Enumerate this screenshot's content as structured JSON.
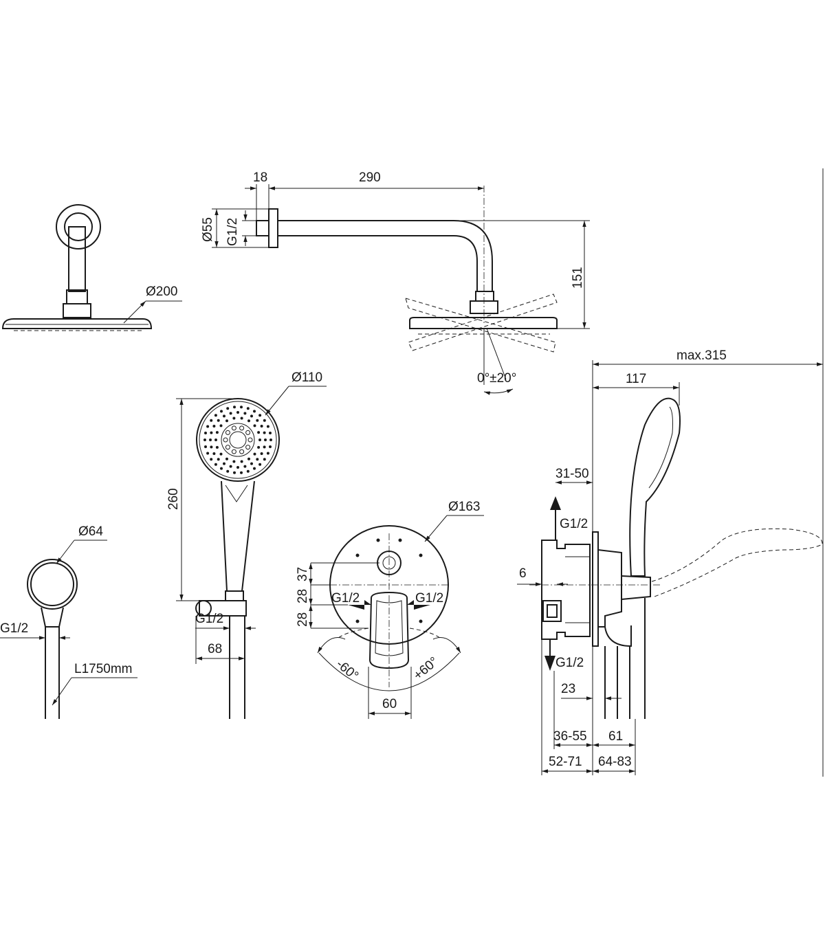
{
  "dimensions": {
    "d18": "18",
    "d290": "290",
    "d55": "Ø55",
    "g12_arm": "G1/2",
    "d151": "151",
    "d200": "Ø200",
    "angle": "0°±20°",
    "d110": "Ø110",
    "d260": "260",
    "g12_holder": "G1/2",
    "d68": "68",
    "d64": "Ø64",
    "g12_outlet": "G1/2",
    "hose": "L1750mm",
    "d163": "Ø163",
    "d37": "37",
    "d28a": "28",
    "d28b": "28",
    "g12_left": "G1/2",
    "g12_right": "G1/2",
    "neg60": "-60°",
    "pos60": "+60°",
    "d60": "60",
    "max315": "max.315",
    "d117": "117",
    "d3150": "31-50",
    "g12_top": "G1/2",
    "d6": "6",
    "g12_bottom": "G1/2",
    "d23": "23",
    "d3655": "36-55",
    "d61": "61",
    "d5271": "52-71",
    "d6483": "64-83"
  }
}
